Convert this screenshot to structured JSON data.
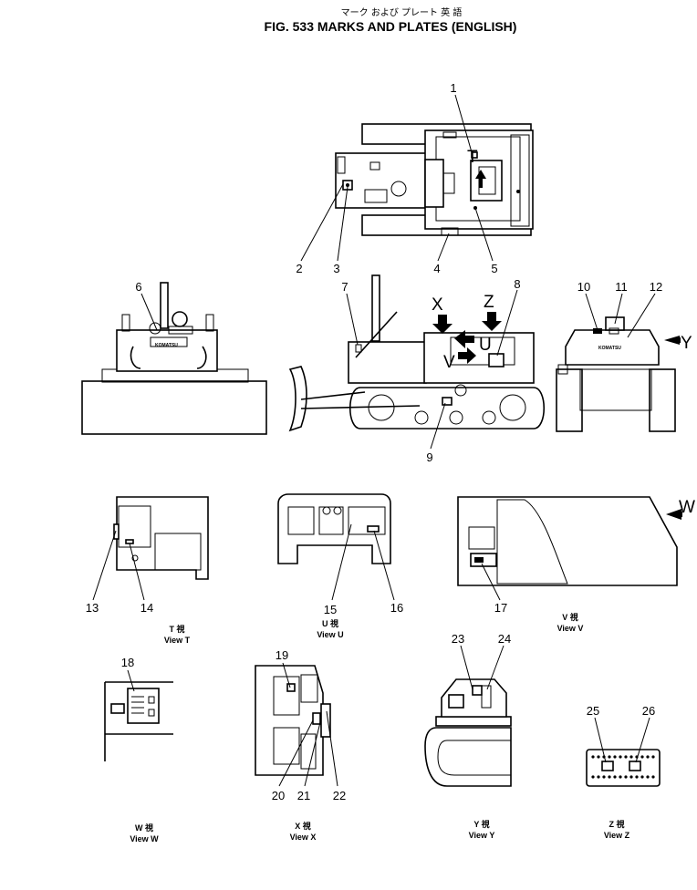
{
  "header": {
    "jp_title": "マーク および プレート 英 語",
    "title": "FIG. 533  MARKS  AND  PLATES  (ENGLISH)"
  },
  "callouts": [
    "1",
    "2",
    "3",
    "4",
    "5",
    "6",
    "7",
    "8",
    "9",
    "10",
    "11",
    "12",
    "13",
    "14",
    "15",
    "16",
    "17",
    "18",
    "19",
    "20",
    "21",
    "22",
    "23",
    "24",
    "25",
    "26"
  ],
  "arrow_letters": {
    "T": "T",
    "U": "U",
    "V": "V",
    "W": "W",
    "X": "X",
    "Y": "Y",
    "Z": "Z"
  },
  "brand_text": "KOMATSU",
  "views": [
    {
      "id": "T",
      "jp": "T  視",
      "en": "View  T"
    },
    {
      "id": "U",
      "jp": "U  視",
      "en": "View  U"
    },
    {
      "id": "V",
      "jp": "V  視",
      "en": "View  V"
    },
    {
      "id": "W",
      "jp": "W  視",
      "en": "View  W"
    },
    {
      "id": "X",
      "jp": "X  視",
      "en": "View  X"
    },
    {
      "id": "Y",
      "jp": "Y  視",
      "en": "View  Y"
    },
    {
      "id": "Z",
      "jp": "Z  視",
      "en": "View  Z"
    }
  ]
}
